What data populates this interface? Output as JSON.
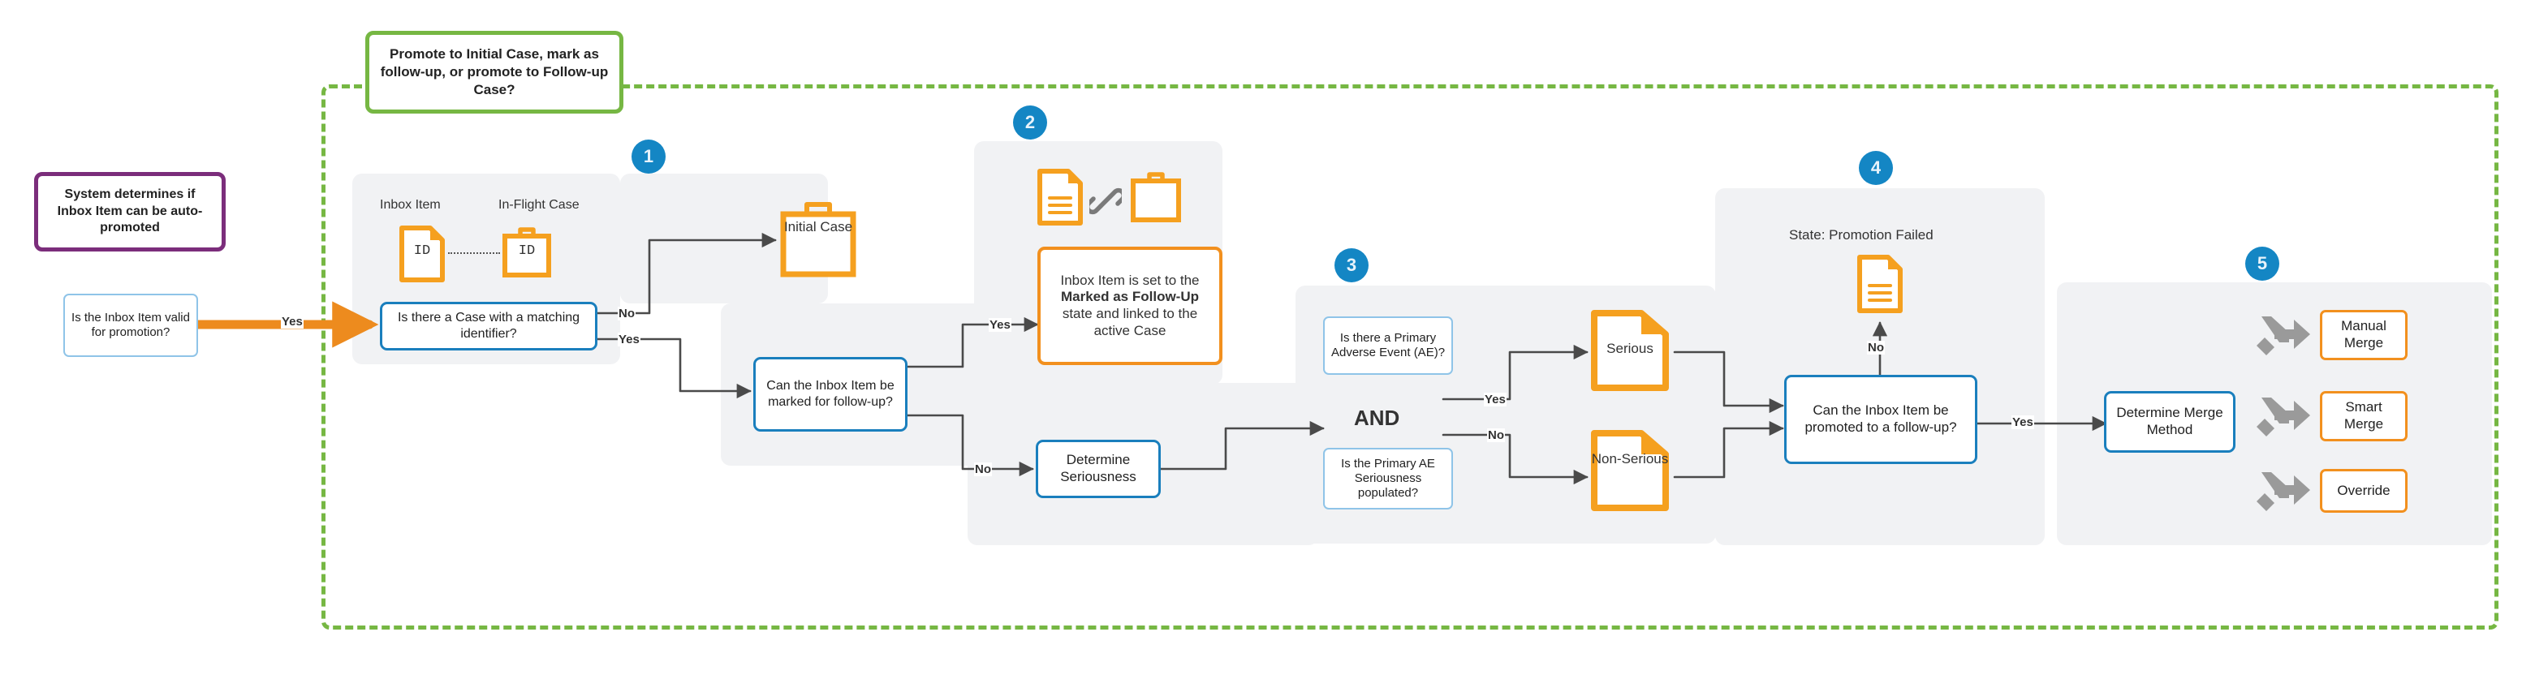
{
  "diagram": {
    "title_callouts": [
      {
        "name": "promote-callout",
        "text": "Promote to Initial Case, mark as follow-up, or promote to Follow-up Case?"
      },
      {
        "name": "system-callout",
        "text": "System determines if Inbox Item can be auto-promoted"
      }
    ],
    "badges": [
      "1",
      "2",
      "3",
      "4",
      "5"
    ],
    "entry": {
      "question": "Is the Inbox Item valid for promotion?",
      "edge": "Yes"
    },
    "step1": {
      "icon_labels": {
        "inbox_item": "Inbox Item",
        "in_flight_case": "In-Flight Case"
      },
      "id_text": "ID",
      "question": "Is there a Case with a matching identifier?",
      "edge_no": "No",
      "edge_yes": "Yes",
      "outcome": "Initial Case"
    },
    "step1b": {
      "question": "Can the Inbox Item be marked for follow-up?",
      "edge_yes": "Yes",
      "edge_no": "No"
    },
    "step2": {
      "result_text_parts": [
        "Inbox Item is set to the ",
        "Marked as Follow-Up",
        " state and linked to the active Case"
      ]
    },
    "step3": {
      "process": "Determine Seriousness",
      "cond_a": "Is there a Primary Adverse Event (AE)?",
      "operator": "AND",
      "cond_b": "Is the Primary AE Seriousness populated?",
      "edge_yes": "Yes",
      "edge_no": "No",
      "outcome_serious": "Serious",
      "outcome_non_serious": "Non-Serious"
    },
    "step4": {
      "state_label": "State: Promotion Failed",
      "question": "Can the Inbox Item be promoted to a follow-up?",
      "edge_no": "No",
      "edge_yes": "Yes"
    },
    "step5": {
      "process": "Determine Merge Method",
      "options": [
        "Manual Merge",
        "Smart Merge",
        "Override"
      ]
    },
    "icons": {
      "document": "document-icon",
      "briefcase": "briefcase-icon",
      "link": "link-icon",
      "merge": "merge-arrow-icon"
    },
    "colors": {
      "green": "#76b743",
      "purple": "#7b2d7b",
      "blue": "#1a7fbd",
      "lightblue": "#8fc4e8",
      "orange": "#f2901e",
      "badge": "#1486c4",
      "panel": "#f1f2f4",
      "wire": "#4a4a4a",
      "gray_icon": "#9a9a9a"
    }
  }
}
